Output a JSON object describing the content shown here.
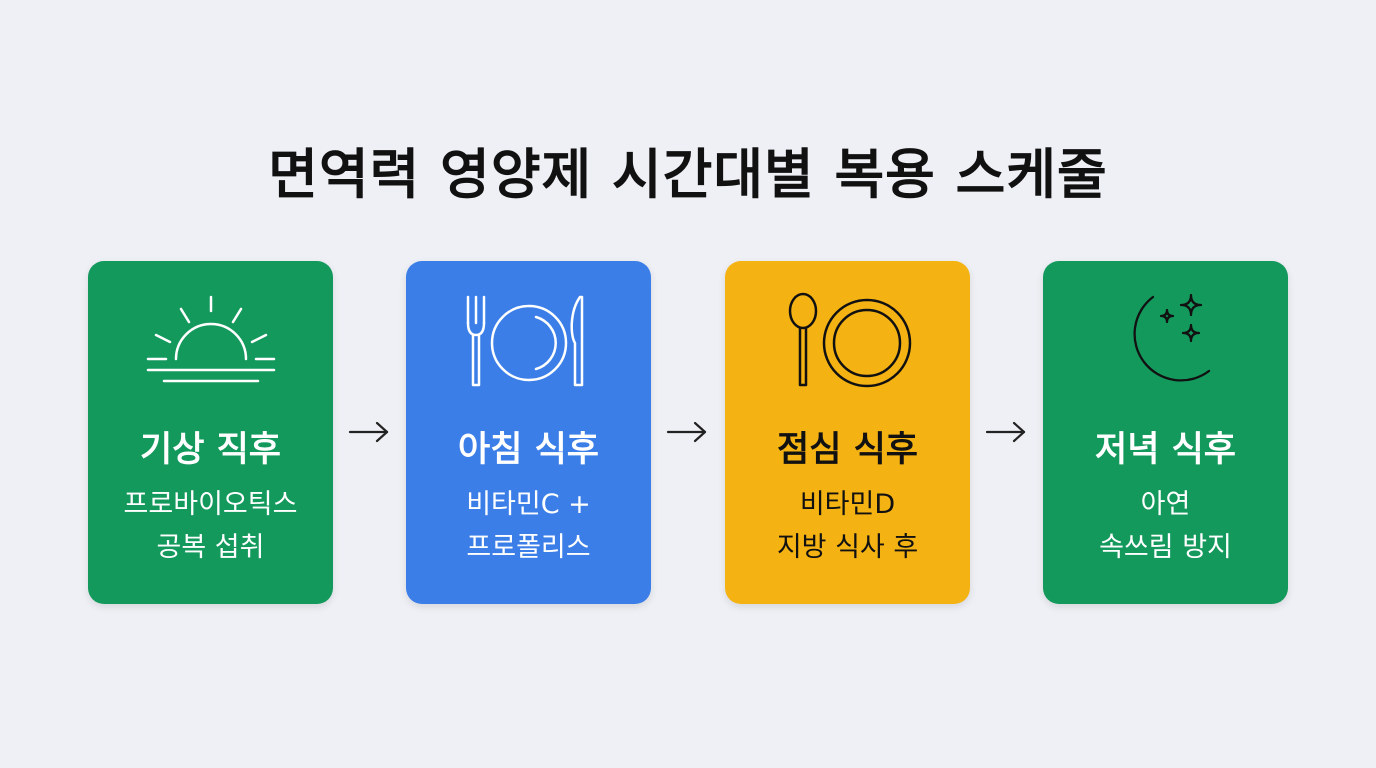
{
  "title": "면역력 영양제 시간대별 복용 스케줄",
  "colors": {
    "background": "#eef0f5",
    "green": "#14995d",
    "blue": "#3b7ee8",
    "yellow": "#f5b213",
    "white_text": "#ffffff",
    "dark_text": "#111111"
  },
  "steps": [
    {
      "icon": "sunrise-icon",
      "title": "기상 직후",
      "lines": [
        "프로바이오틱스",
        "공복 섭취"
      ]
    },
    {
      "icon": "fork-plate-knife-icon",
      "title": "아침 식후",
      "lines": [
        "비타민C +",
        "프로폴리스"
      ]
    },
    {
      "icon": "spoon-plate-icon",
      "title": "점심 식후",
      "lines": [
        "비타민D",
        "지방 식사 후"
      ]
    },
    {
      "icon": "moon-stars-icon",
      "title": "저녁 식후",
      "lines": [
        "아연",
        "속쓰림 방지"
      ]
    }
  ],
  "connectors": [
    "arrow-right-icon",
    "arrow-right-icon",
    "arrow-right-icon"
  ]
}
